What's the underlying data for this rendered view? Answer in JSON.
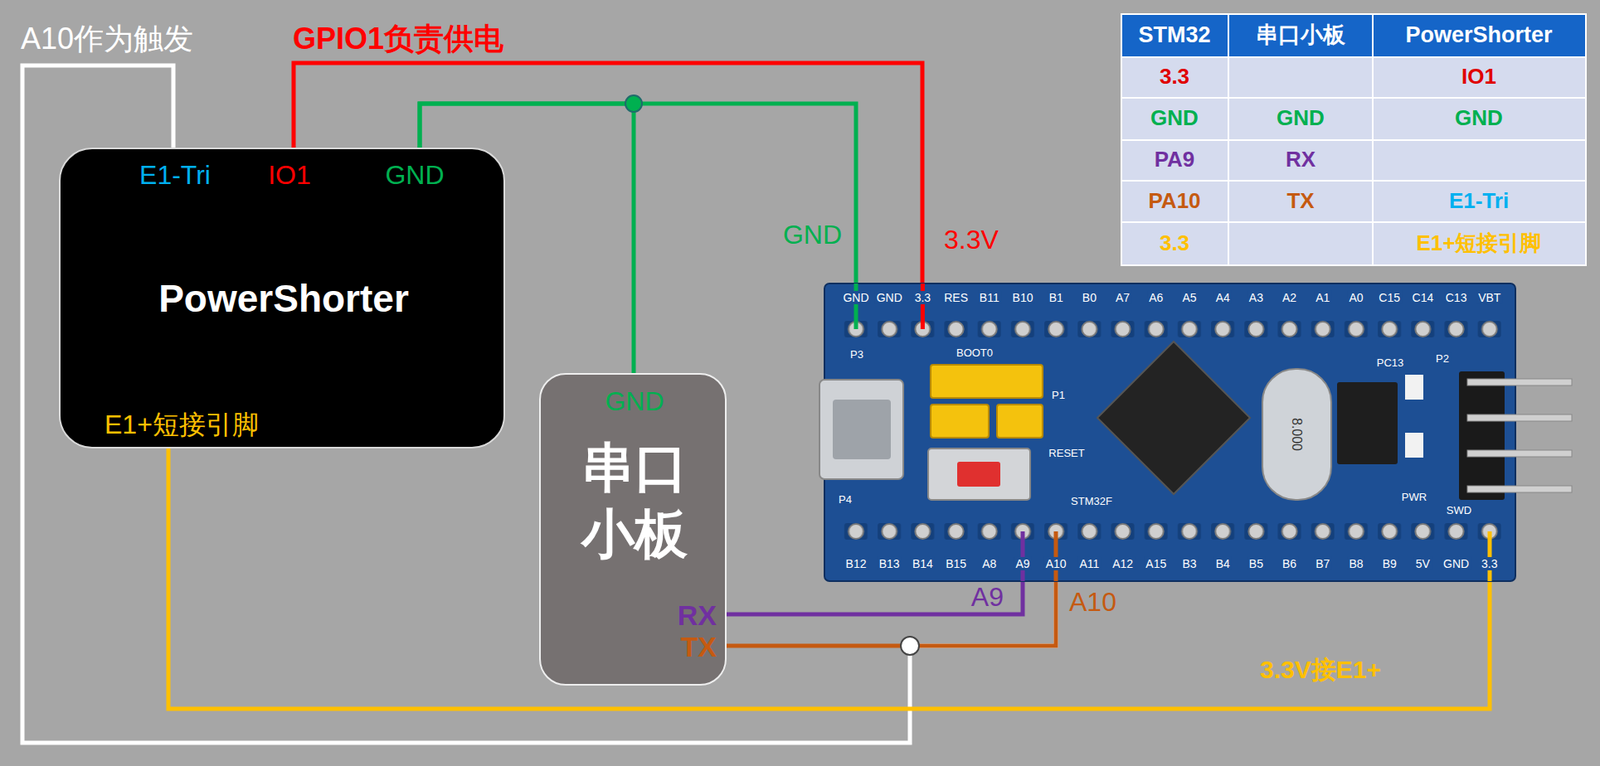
{
  "diagram": {
    "nodes": [
      {
        "text": [
          "E1-Tri",
          "IO1",
          "GND",
          "PowerShorter",
          "E1+短接引脚"
        ]
      },
      {
        "text": [
          "GND",
          "串口 小板",
          "RX",
          "TX"
        ]
      },
      {
        "text": [
          "GND",
          "GND",
          "3.3",
          "RES",
          "B11",
          "B10",
          "B1",
          "B0",
          "A7",
          "A6",
          "A5",
          "A4",
          "A3",
          "A2",
          "A1",
          "A0",
          "C15",
          "C14",
          "C13",
          "VBT",
          "B12",
          "B13",
          "B14",
          "B15",
          "A8",
          "A9",
          "A10",
          "A11",
          "A12",
          "A15",
          "B3",
          "B4",
          "B5",
          "B6",
          "B7",
          "B8",
          "B9",
          "5V",
          "GND",
          "3.3",
          "P3",
          "BOOT0",
          "P1",
          "RESET",
          "STM32F",
          "8.000",
          "PC13",
          "P4",
          "P2",
          "SWD",
          "PWR"
        ]
      }
    ],
    "edges": [
      {
        "from": 0,
        "to": 2,
        "arrow": "none",
        "label": "3.3V"
      },
      {
        "from": 0,
        "to": 2,
        "arrow": "none",
        "label": "GND"
      },
      {
        "from": 0,
        "to": 1,
        "arrow": "none"
      },
      {
        "from": 0,
        "to": 2,
        "arrow": "none"
      },
      {
        "from": 1,
        "to": 2,
        "arrow": "none",
        "label": "A9"
      },
      {
        "from": 1,
        "to": 2,
        "arrow": "none",
        "label": "A10"
      },
      {
        "from": 0,
        "to": 2,
        "arrow": "none",
        "label": "3.3V接E1+"
      }
    ],
    "labels": [
      "A10作为触发",
      "GPIO1负责供电",
      "STM32",
      "串口小板",
      "PowerShorter",
      "3.3",
      "IO1",
      "GND",
      "GND",
      "GND",
      "PA9",
      "RX",
      "PA10",
      "TX",
      "E1-Tri",
      "3.3",
      "E1+短接引脚"
    ]
  }
}
